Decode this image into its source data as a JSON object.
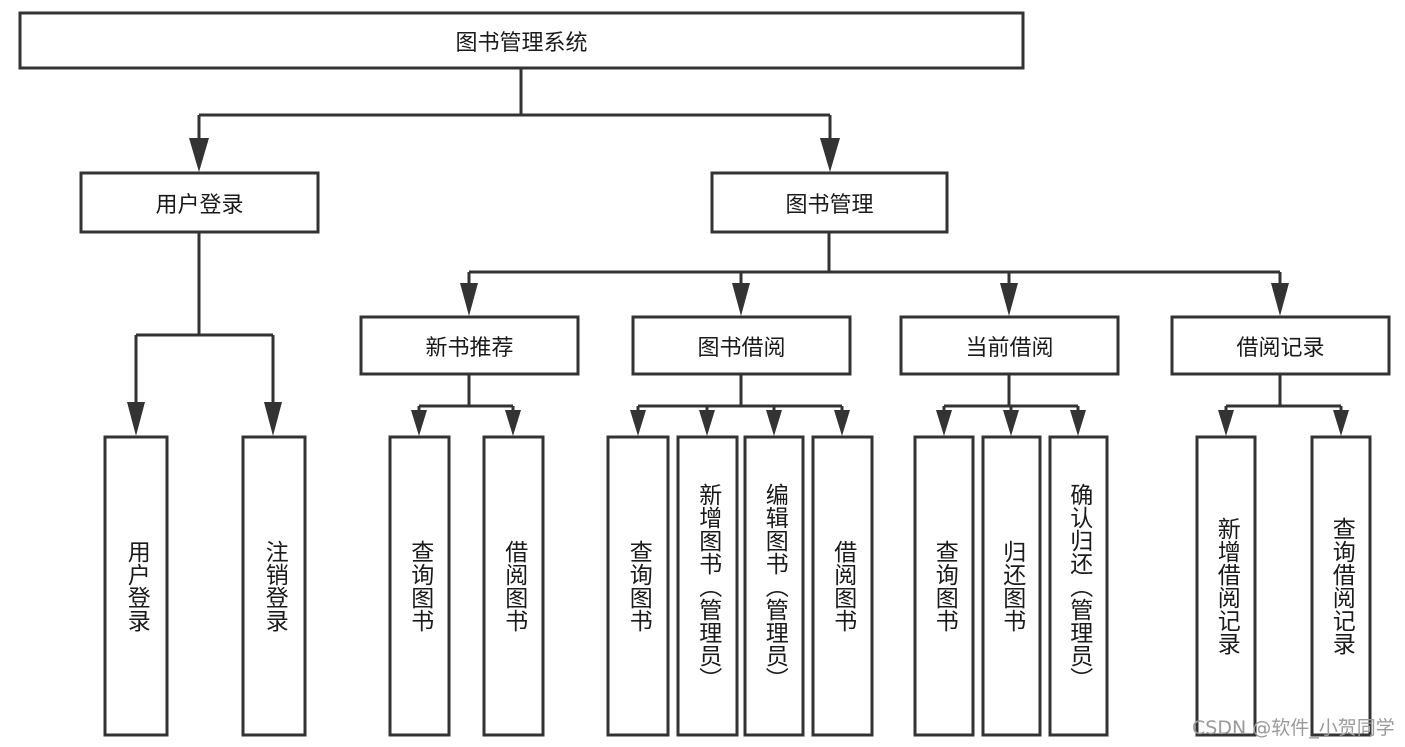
{
  "diagram": {
    "type": "tree-hierarchy-chart",
    "title": "图书管理系统",
    "stroke_color": "#333333",
    "fill_color": "#ffffff",
    "text_color": "#1a1a1a",
    "root": {
      "label": "图书管理系统"
    },
    "level1": [
      {
        "label": "用户登录"
      },
      {
        "label": "图书管理"
      }
    ],
    "level2": [
      {
        "label": "新书推荐"
      },
      {
        "label": "图书借阅"
      },
      {
        "label": "当前借阅"
      },
      {
        "label": "借阅记录"
      }
    ],
    "leaves": {
      "user_login": [
        {
          "label": "用户登录"
        },
        {
          "label": "注销登录"
        }
      ],
      "new_book_recommend": [
        {
          "label": "查询图书"
        },
        {
          "label": "借阅图书"
        }
      ],
      "book_borrow": [
        {
          "label": "查询图书"
        },
        {
          "label": "新增图书（管理员）"
        },
        {
          "label": "编辑图书（管理员）"
        },
        {
          "label": "借阅图书"
        }
      ],
      "current_borrow": [
        {
          "label": "查询图书"
        },
        {
          "label": "归还图书"
        },
        {
          "label": "确认归还（管理员）"
        }
      ],
      "borrow_record": [
        {
          "label": "新增借阅记录"
        },
        {
          "label": "查询借阅记录"
        }
      ]
    }
  },
  "watermark": {
    "text": "CSDN @软件_小贺同学"
  }
}
